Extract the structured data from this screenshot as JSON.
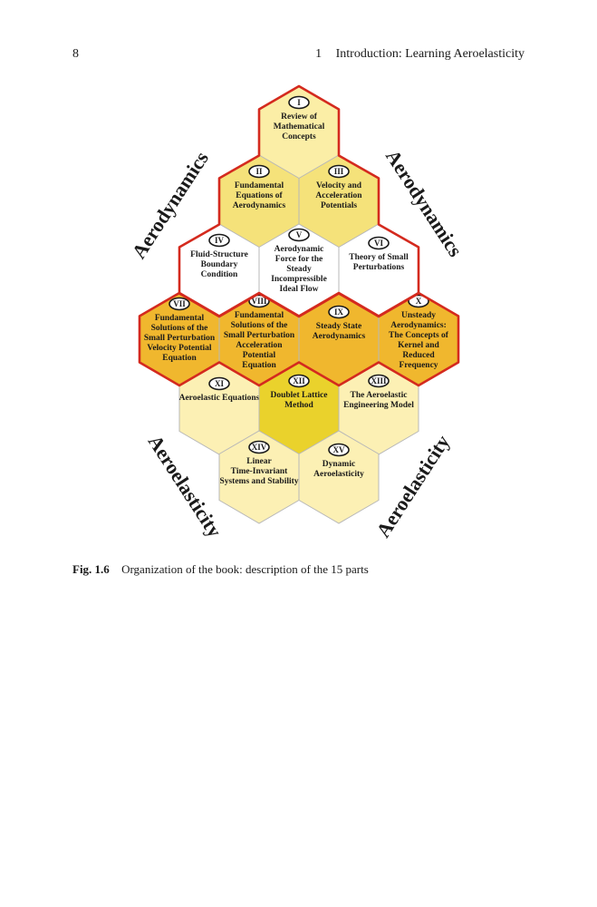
{
  "header": {
    "page_number": "8",
    "chapter_number": "1",
    "chapter_title": "Introduction: Learning Aeroelasticity"
  },
  "figure": {
    "side_labels": {
      "top_left": "Aerodynamics",
      "top_right": "Aerodynamics",
      "bottom_left": "Aeroelasticity",
      "bottom_right": "Aeroelasticity"
    },
    "parts": [
      {
        "id": "I",
        "lines": [
          "Review of",
          "Mathematical",
          "Concepts"
        ],
        "fill": "#fbeea6"
      },
      {
        "id": "II",
        "lines": [
          "Fundamental",
          "Equations of",
          "Aerodynamics"
        ],
        "fill": "#f5e27a"
      },
      {
        "id": "III",
        "lines": [
          "Velocity and",
          "Acceleration",
          "Potentials"
        ],
        "fill": "#f5e27a"
      },
      {
        "id": "IV",
        "lines": [
          "Fluid-Structure",
          "Boundary",
          "Condition"
        ],
        "fill": "#ffffff"
      },
      {
        "id": "V",
        "lines": [
          "Aerodynamic",
          "Force for the",
          "Steady",
          "Incompressible",
          "Ideal Flow"
        ],
        "fill": "#ffffff"
      },
      {
        "id": "VI",
        "lines": [
          "Theory of Small",
          "Perturbations"
        ],
        "fill": "#ffffff"
      },
      {
        "id": "VII",
        "lines": [
          "Fundamental",
          "Solutions of the",
          "Small Perturbation",
          "Velocity Potential",
          "Equation"
        ],
        "fill": "#f0b72e"
      },
      {
        "id": "VIII",
        "lines": [
          "Fundamental",
          "Solutions of the",
          "Small Perturbation",
          "Acceleration",
          "Potential",
          "Equation"
        ],
        "fill": "#f0b72e"
      },
      {
        "id": "IX",
        "lines": [
          "Steady State",
          "Aerodynamics"
        ],
        "fill": "#f0b72e"
      },
      {
        "id": "X",
        "lines": [
          "Unsteady",
          "Aerodynamics:",
          "The Concepts of",
          "Kernel and",
          "Reduced",
          "Frequency"
        ],
        "fill": "#f0b72e"
      },
      {
        "id": "XI",
        "lines": [
          "Aeroelastic Equations"
        ],
        "fill": "#fcf0b4"
      },
      {
        "id": "XII",
        "lines": [
          "Doublet Lattice",
          "Method"
        ],
        "fill": "#ead22c"
      },
      {
        "id": "XIII",
        "lines": [
          "The Aeroelastic",
          "Engineering Model"
        ],
        "fill": "#fcf0b4"
      },
      {
        "id": "XIV",
        "lines": [
          "Linear",
          "Time-Invariant",
          "Systems and Stability"
        ],
        "fill": "#fcf0b4"
      },
      {
        "id": "XV",
        "lines": [
          "Dynamic",
          "Aeroelasticity"
        ],
        "fill": "#fcf0b4"
      }
    ],
    "colors": {
      "hex_border": "#b8b8b8",
      "outline_red": "#d42a1e"
    }
  },
  "caption": {
    "label": "Fig. 1.6",
    "text": "Organization of the book: description of the 15 parts"
  }
}
